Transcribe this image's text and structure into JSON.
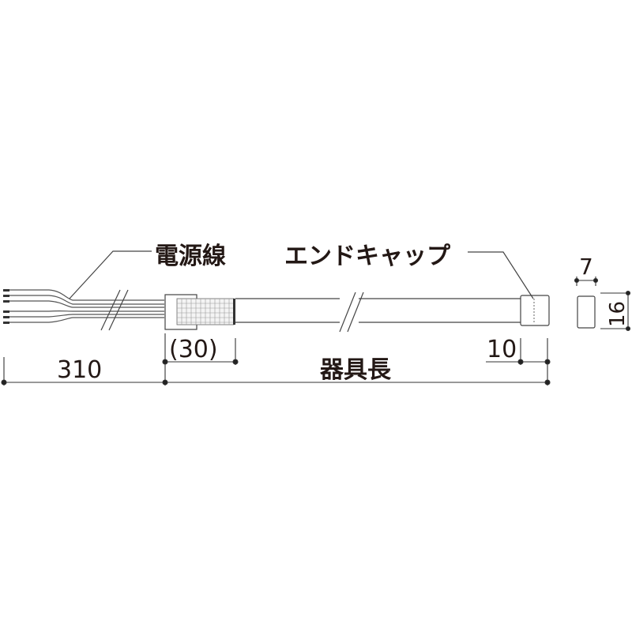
{
  "diagram": {
    "labels": {
      "power_cord": "電源線",
      "end_cap": "エンドキャップ",
      "fixture_length": "器具長"
    },
    "dimensions": {
      "cord_length": "310",
      "connector_length": "(30)",
      "end_cap_length": "10",
      "section_width": "7",
      "section_height": "16"
    },
    "colors": {
      "line": "#3a3a3a",
      "text": "#231815",
      "wire_fill": "#e6e6e6",
      "background": "#ffffff"
    }
  }
}
